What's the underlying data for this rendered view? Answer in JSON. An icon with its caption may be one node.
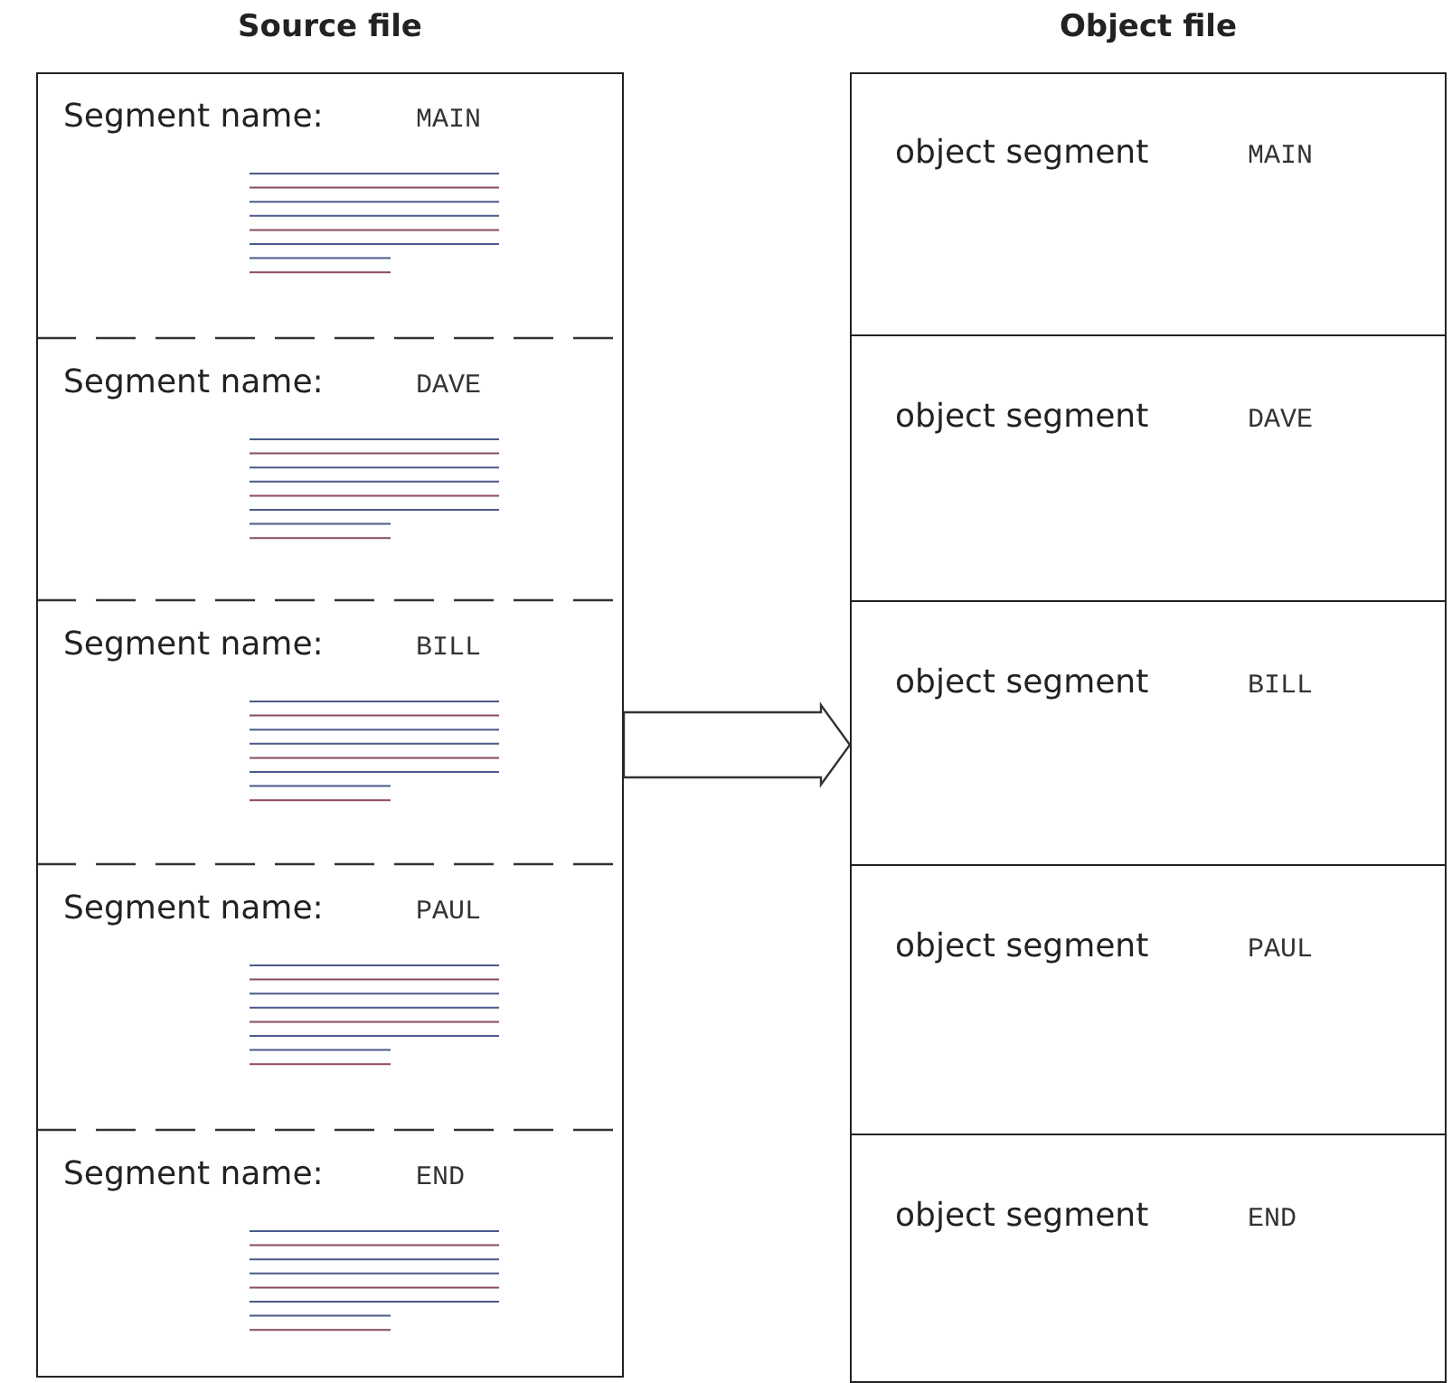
{
  "diagram": {
    "nodes": [
      {
        "text": [
          "Source file"
        ]
      },
      {
        "text": [
          "Segment name:",
          "MAIN"
        ],
        "in": 0
      },
      {
        "text": [
          "Segment name:",
          "DAVE"
        ],
        "in": 0
      },
      {
        "text": [
          "Segment name:",
          "BILL"
        ],
        "in": 0
      },
      {
        "text": [
          "Segment name:",
          "PAUL"
        ],
        "in": 0
      },
      {
        "text": [
          "Segment name:",
          "END"
        ],
        "in": 0
      },
      {
        "text": [
          "Object file"
        ]
      },
      {
        "text": [
          "object segment",
          "MAIN"
        ],
        "in": 6
      },
      {
        "text": [
          "object segment",
          "DAVE"
        ],
        "in": 6
      },
      {
        "text": [
          "object segment",
          "BILL"
        ],
        "in": 6
      },
      {
        "text": [
          "object segment",
          "PAUL"
        ],
        "in": 6
      },
      {
        "text": [
          "object segment",
          "END"
        ],
        "in": 6
      }
    ],
    "edges": [
      {
        "from": 0,
        "to": 6,
        "arrow": "to"
      }
    ]
  }
}
